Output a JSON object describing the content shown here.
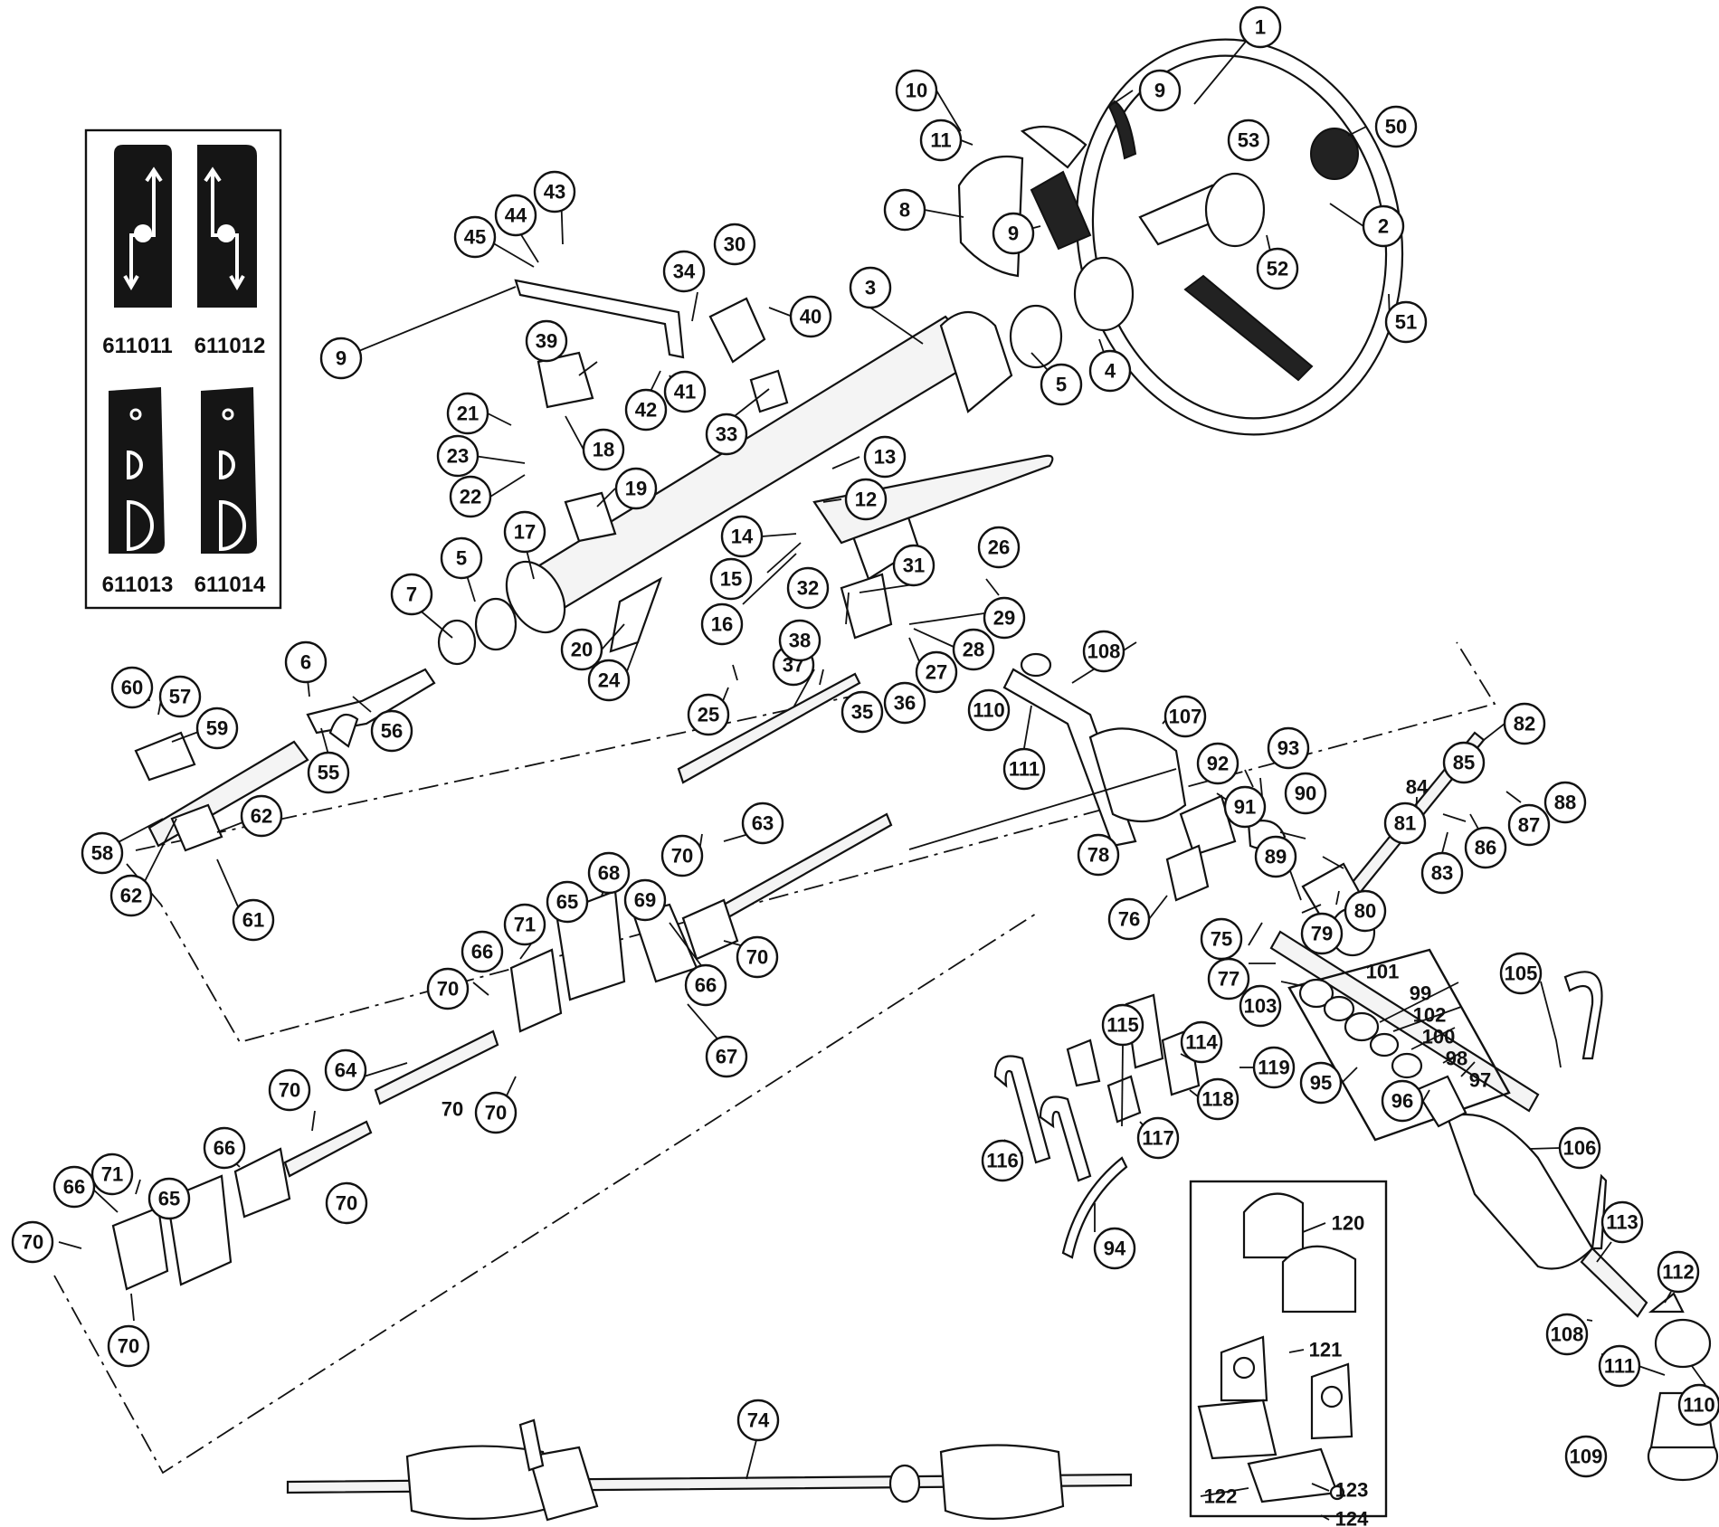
{
  "switch_labels": [
    "611011",
    "611012",
    "611013",
    "611014"
  ],
  "callouts": [
    "1",
    "2",
    "3",
    "4",
    "5",
    "5",
    "6",
    "7",
    "8",
    "9",
    "9",
    "9",
    "10",
    "11",
    "12",
    "13",
    "14",
    "15",
    "16",
    "17",
    "18",
    "19",
    "20",
    "21",
    "22",
    "23",
    "24",
    "25",
    "26",
    "27",
    "28",
    "29",
    "30",
    "31",
    "32",
    "33",
    "34",
    "35",
    "36",
    "37",
    "38",
    "39",
    "40",
    "41",
    "42",
    "43",
    "44",
    "45",
    "50",
    "51",
    "52",
    "53",
    "55",
    "56",
    "57",
    "58",
    "59",
    "60",
    "61",
    "62",
    "62",
    "63",
    "64",
    "65",
    "65",
    "66",
    "66",
    "66",
    "66",
    "67",
    "68",
    "69",
    "70",
    "70",
    "70",
    "70",
    "70",
    "70",
    "70",
    "70",
    "70",
    "71",
    "71",
    "74",
    "75",
    "76",
    "77",
    "78",
    "79",
    "80",
    "81",
    "82",
    "83",
    "84",
    "85",
    "86",
    "87",
    "88",
    "89",
    "90",
    "91",
    "92",
    "93",
    "94",
    "95",
    "96",
    "97",
    "98",
    "99",
    "100",
    "101",
    "102",
    "103",
    "105",
    "106",
    "107",
    "108",
    "108",
    "109",
    "110",
    "110",
    "111",
    "111",
    "112",
    "113",
    "114",
    "115",
    "116",
    "117",
    "118",
    "119",
    "120",
    "121",
    "122",
    "123",
    "124"
  ],
  "icons": {
    "switch_decals": [
      "direction-arrows-icon",
      "direction-arrows-icon",
      "wiper-symbol-icon",
      "wiper-symbol-icon"
    ]
  }
}
